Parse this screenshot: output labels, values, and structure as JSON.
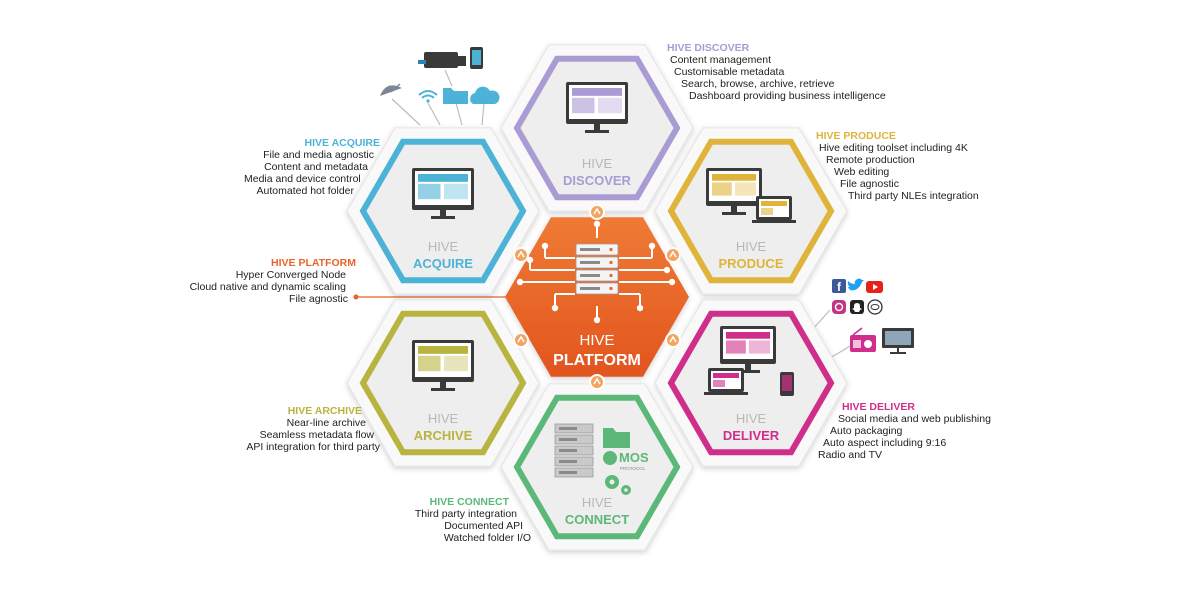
{
  "colors": {
    "discover": "#a99bd3",
    "acquire": "#4db3d6",
    "produce": "#e0b43a",
    "platform": "#e8642a",
    "deliver": "#cf2f8a",
    "archive": "#b9b440",
    "connect": "#5cb878",
    "hex_fill": "#eeeeef",
    "hex_frame": "#f9f9f9"
  },
  "hexes": {
    "discover": {
      "line1": "HIVE",
      "line2": "DISCOVER"
    },
    "acquire": {
      "line1": "HIVE",
      "line2": "ACQUIRE"
    },
    "produce": {
      "line1": "HIVE",
      "line2": "PRODUCE"
    },
    "platform": {
      "line1": "HIVE",
      "line2": "PLATFORM"
    },
    "archive": {
      "line1": "HIVE",
      "line2": "ARCHIVE"
    },
    "deliver": {
      "line1": "HIVE",
      "line2": "DELIVER"
    },
    "connect": {
      "line1": "HIVE",
      "line2": "CONNECT"
    }
  },
  "descriptions": {
    "discover": {
      "heading": "HIVE DISCOVER",
      "lines": [
        "Content management",
        "Customisable metadata",
        "Search, browse, archive, retrieve",
        "Dashboard providing business intelligence"
      ]
    },
    "acquire": {
      "heading": "HIVE ACQUIRE",
      "lines": [
        "File and media agnostic",
        "Content and metadata",
        "Media and device control",
        "Automated hot folder"
      ]
    },
    "produce": {
      "heading": "HIVE PRODUCE",
      "lines": [
        "Hive editing toolset including 4K",
        "Remote production",
        "Web editing",
        "File agnostic",
        "Third party NLEs integration"
      ]
    },
    "platform": {
      "heading": "HIVE PLATFORM",
      "lines": [
        "Hyper Converged Node",
        "Cloud native and dynamic scaling",
        "File agnostic"
      ]
    },
    "archive": {
      "heading": "HIVE ARCHIVE",
      "lines": [
        "Near-line archive",
        "Seamless metadata flow",
        "API integration for third party"
      ]
    },
    "deliver": {
      "heading": "HIVE DELIVER",
      "lines": [
        "Social media and web publishing",
        "Auto packaging",
        "Auto aspect including 9:16",
        "Radio and TV"
      ]
    },
    "connect": {
      "heading": "HIVE CONNECT",
      "lines": [
        "Third party integration",
        "Documented API",
        "Watched folder I/O"
      ]
    }
  },
  "connect_badge": {
    "logo_text": "MOS",
    "logo_sub": "PROTOCOL"
  },
  "icons": {
    "acquire_sources": [
      "satellite-dish-icon",
      "wifi-icon",
      "folder-icon",
      "cloud-icon",
      "video-camera-icon",
      "mobile-phone-icon"
    ],
    "deliver_targets": [
      "facebook-icon",
      "twitter-icon",
      "youtube-icon",
      "instagram-icon",
      "snapchat-icon",
      "weibo-icon",
      "radio-icon",
      "tv-icon"
    ],
    "connect_items": [
      "server-rack-icon",
      "folder-icon",
      "gears-icon"
    ]
  }
}
